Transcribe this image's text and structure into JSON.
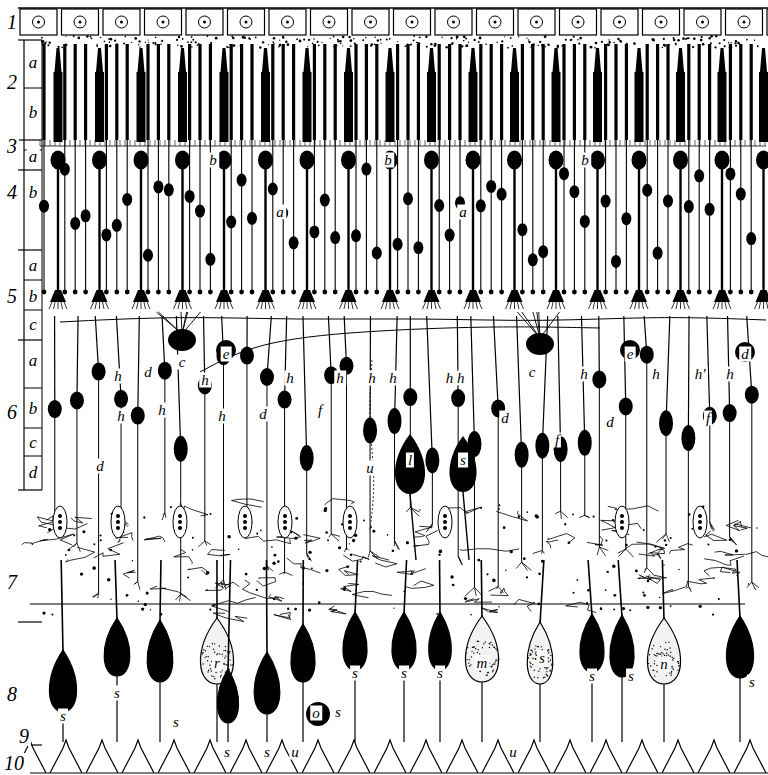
{
  "diagram": {
    "labels": [
      "1",
      "2",
      "a",
      "b",
      "3",
      "a",
      "b",
      "b",
      "b",
      "4",
      "b",
      "a",
      "a",
      "a",
      "5",
      "b",
      "c",
      "e",
      "e",
      "d",
      "a",
      "h",
      "d",
      "c",
      "h",
      "h",
      "h",
      "h",
      "h",
      "h h",
      "c",
      "h",
      "h",
      "h'",
      "h",
      "6",
      "b",
      "h",
      "h",
      "h",
      "d",
      "f",
      "d",
      "f",
      "d",
      "f",
      "c",
      "l",
      "s",
      "d",
      "u",
      "d",
      "7",
      "r",
      "m",
      "n",
      "s",
      "s",
      "s",
      "s",
      "s",
      "s",
      "s",
      "s",
      "8",
      "s",
      "o",
      "s",
      "s",
      "s",
      "s",
      "u",
      "u",
      "9",
      "10"
    ]
  }
}
